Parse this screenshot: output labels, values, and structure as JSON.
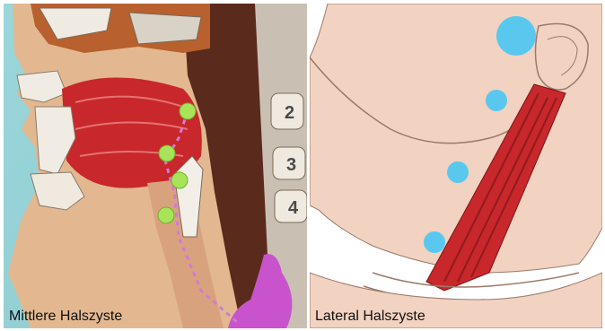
{
  "left_panel": {
    "caption": "Mittlere Halszyste",
    "vertebra_labels": [
      "2",
      "3",
      "4"
    ]
  },
  "right_panel": {
    "caption": "Lateral Halszyste"
  },
  "colors": {
    "background_teal": "#8fd1d5",
    "muscle_red": "#c8272b",
    "cyst_midline_green": "#a8e35a",
    "cyst_lateral_blue": "#5ac8ee",
    "thyroid_magenta": "#c853cc",
    "skin": "#f2d2c0"
  }
}
